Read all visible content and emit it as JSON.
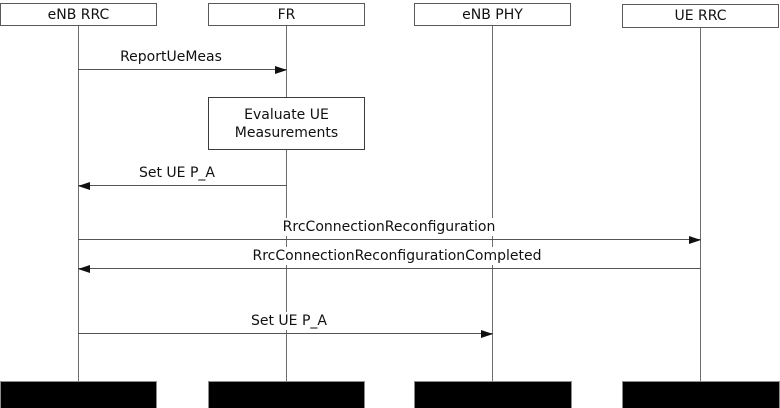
{
  "diagram": {
    "type": "sequence",
    "participants": [
      {
        "id": "enb-rrc",
        "label": "eNB RRC"
      },
      {
        "id": "fr",
        "label": "FR"
      },
      {
        "id": "enb-phy",
        "label": "eNB PHY"
      },
      {
        "id": "ue-rrc",
        "label": "UE RRC"
      }
    ],
    "messages": [
      {
        "label": "ReportUeMeas",
        "from": "enb-rrc",
        "to": "fr",
        "direction": "right"
      },
      {
        "label": "Set UE P_A",
        "from": "fr",
        "to": "enb-rrc",
        "direction": "left"
      },
      {
        "label": "RrcConnectionReconfiguration",
        "from": "enb-rrc",
        "to": "ue-rrc",
        "direction": "right"
      },
      {
        "label": "RrcConnectionReconfigurationCompleted",
        "from": "ue-rrc",
        "to": "enb-rrc",
        "direction": "left"
      },
      {
        "label": "Set UE P_A",
        "from": "enb-rrc",
        "to": "enb-phy",
        "direction": "right"
      }
    ],
    "action_box": {
      "on": "fr",
      "lines": [
        "Evaluate UE",
        "Measurements"
      ]
    },
    "colors": {
      "line": "#545454",
      "arrowhead": "#101010",
      "text": "#111111",
      "end_bar_fill": "#000000",
      "background": "#ffffff"
    }
  }
}
